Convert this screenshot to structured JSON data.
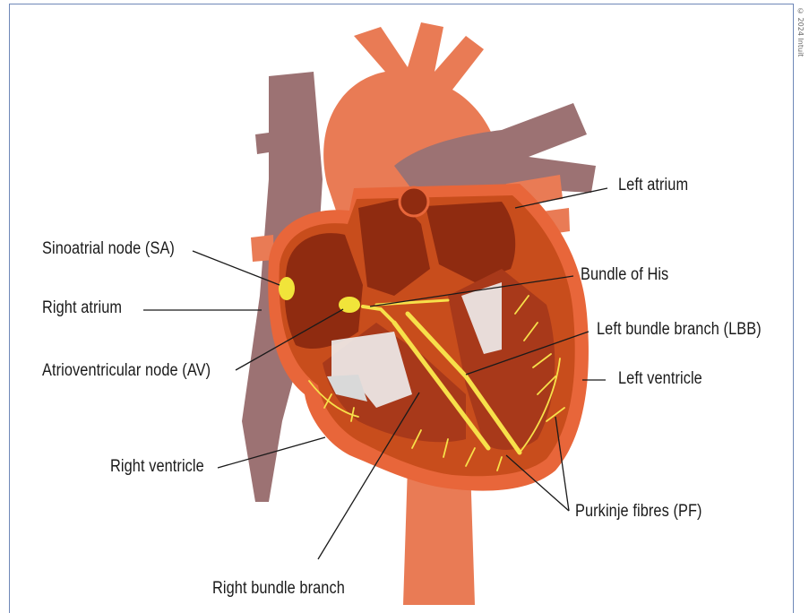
{
  "credit": "© 2024 Intuit",
  "labels": {
    "sa_node": "Sinoatrial node (SA)",
    "right_atrium": "Right atrium",
    "av_node": "Atrioventricular node (AV)",
    "right_ventricle": "Right ventricle",
    "right_bundle_branch": "Right bundle branch",
    "left_atrium": "Left atrium",
    "bundle_of_his": "Bundle of His",
    "left_bundle_branch": "Left bundle branch (LBB)",
    "left_ventricle": "Left ventricle",
    "purkinje_fibres": "Purkinje fibres (PF)"
  },
  "colors": {
    "heart_outer": "#e8663a",
    "heart_inner": "#c84d1c",
    "chamber_dark": "#8f2b10",
    "vessel_red": "#e97b55",
    "vein_mauve": "#9c7273",
    "conduction_yellow": "#f7e04a",
    "node_yellow": "#f1e43a"
  }
}
